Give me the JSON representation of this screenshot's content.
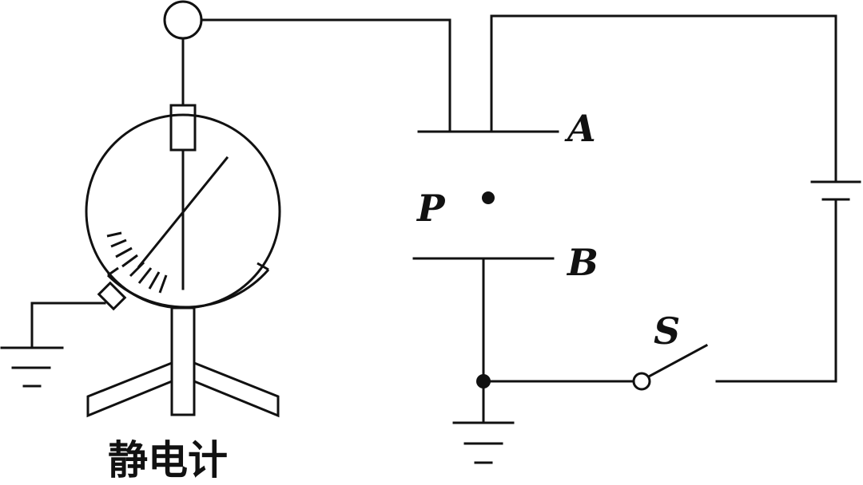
{
  "labels": {
    "plate_a": "A",
    "plate_b": "B",
    "point_p": "P",
    "switch": "S",
    "electroscope": "静电计"
  }
}
